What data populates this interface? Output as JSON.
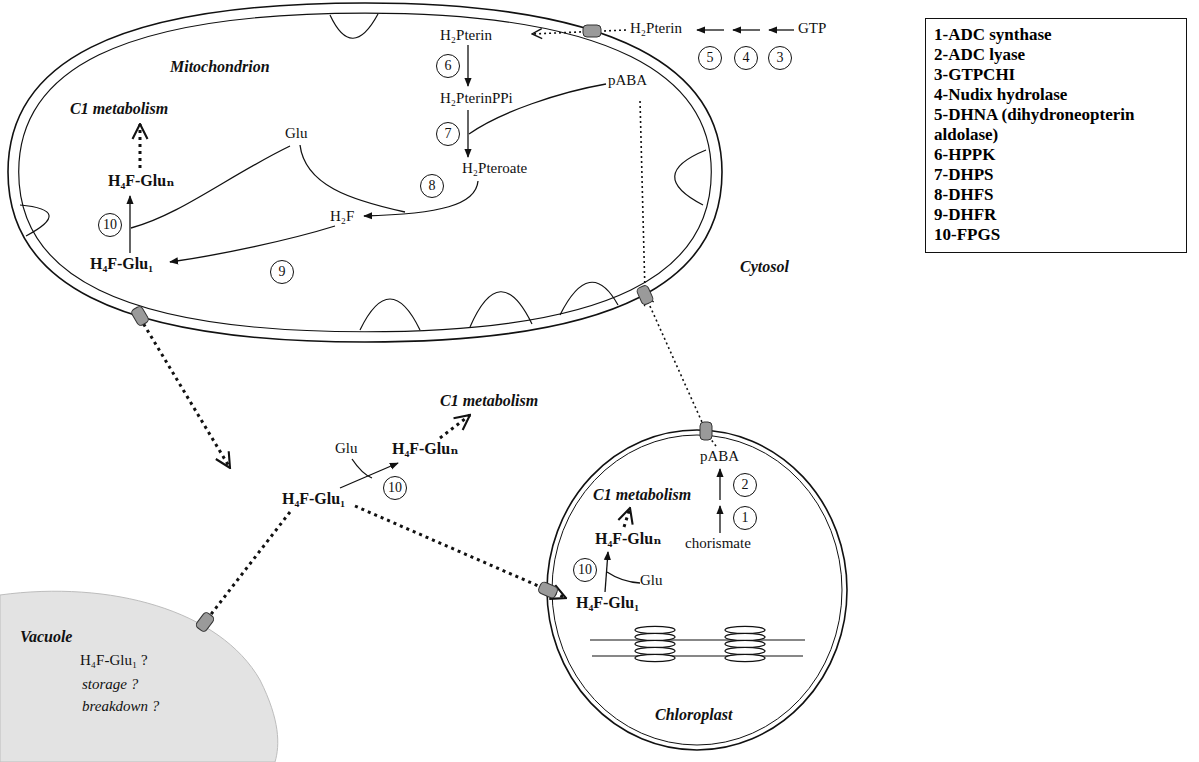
{
  "diagram": {
    "nodes": [
      {
        "text": [
          "Mitochondrion"
        ]
      },
      {
        "text": [
          "6"
        ],
        "in": 0
      },
      {
        "text": [
          "7"
        ],
        "in": 0
      },
      {
        "text": [
          "8"
        ],
        "in": 0
      },
      {
        "text": [
          "10"
        ],
        "in": 0
      },
      {
        "text": [
          "9"
        ],
        "in": 0
      },
      {
        "text": [
          "5"
        ]
      },
      {
        "text": [
          "4"
        ]
      },
      {
        "text": [
          "3"
        ]
      },
      {
        "text": [
          "1-ADC synthase",
          "2-ADC lyase",
          "3-GTPCHI",
          "4-Nudix hydrolase",
          "5-DHNA (dihydroneopterin aldolase)",
          "6-HPPK",
          "7-DHPS",
          "8-DHFS",
          "9-DHFR",
          "10-FPGS"
        ]
      },
      {
        "text": [
          "10"
        ]
      },
      {
        "text": [
          "Chloroplast"
        ]
      },
      {
        "text": [
          "2"
        ],
        "in": 11
      },
      {
        "text": [
          "1"
        ],
        "in": 11
      },
      {
        "text": [
          "10"
        ],
        "in": 11
      },
      {
        "text": [
          "Vacuole",
          "H₄F-Glu₁ ?",
          "storage ?",
          "breakdown ?"
        ]
      }
    ],
    "edges": [
      {
        "from": 11,
        "to": 0,
        "arrow": "to"
      }
    ],
    "labels": [
      "C1 metabolism",
      "H₄F-Gluₙ",
      "Glu",
      "H₂Pterin",
      "H₂PterinPPi",
      "pABA",
      "H₂Pteroate",
      "H₂F",
      "H₄F-Glu₁",
      "H₂Pterin",
      "GTP",
      "Cytosol",
      "C1 metabolism",
      "Glu",
      "H₄F-Gluₙ",
      "H₄F-Glu₁",
      "C1 metabolism",
      "pABA",
      "H₄F-Gluₙ",
      "Glu",
      "H₄F-Glu₁",
      "chorismate"
    ]
  }
}
